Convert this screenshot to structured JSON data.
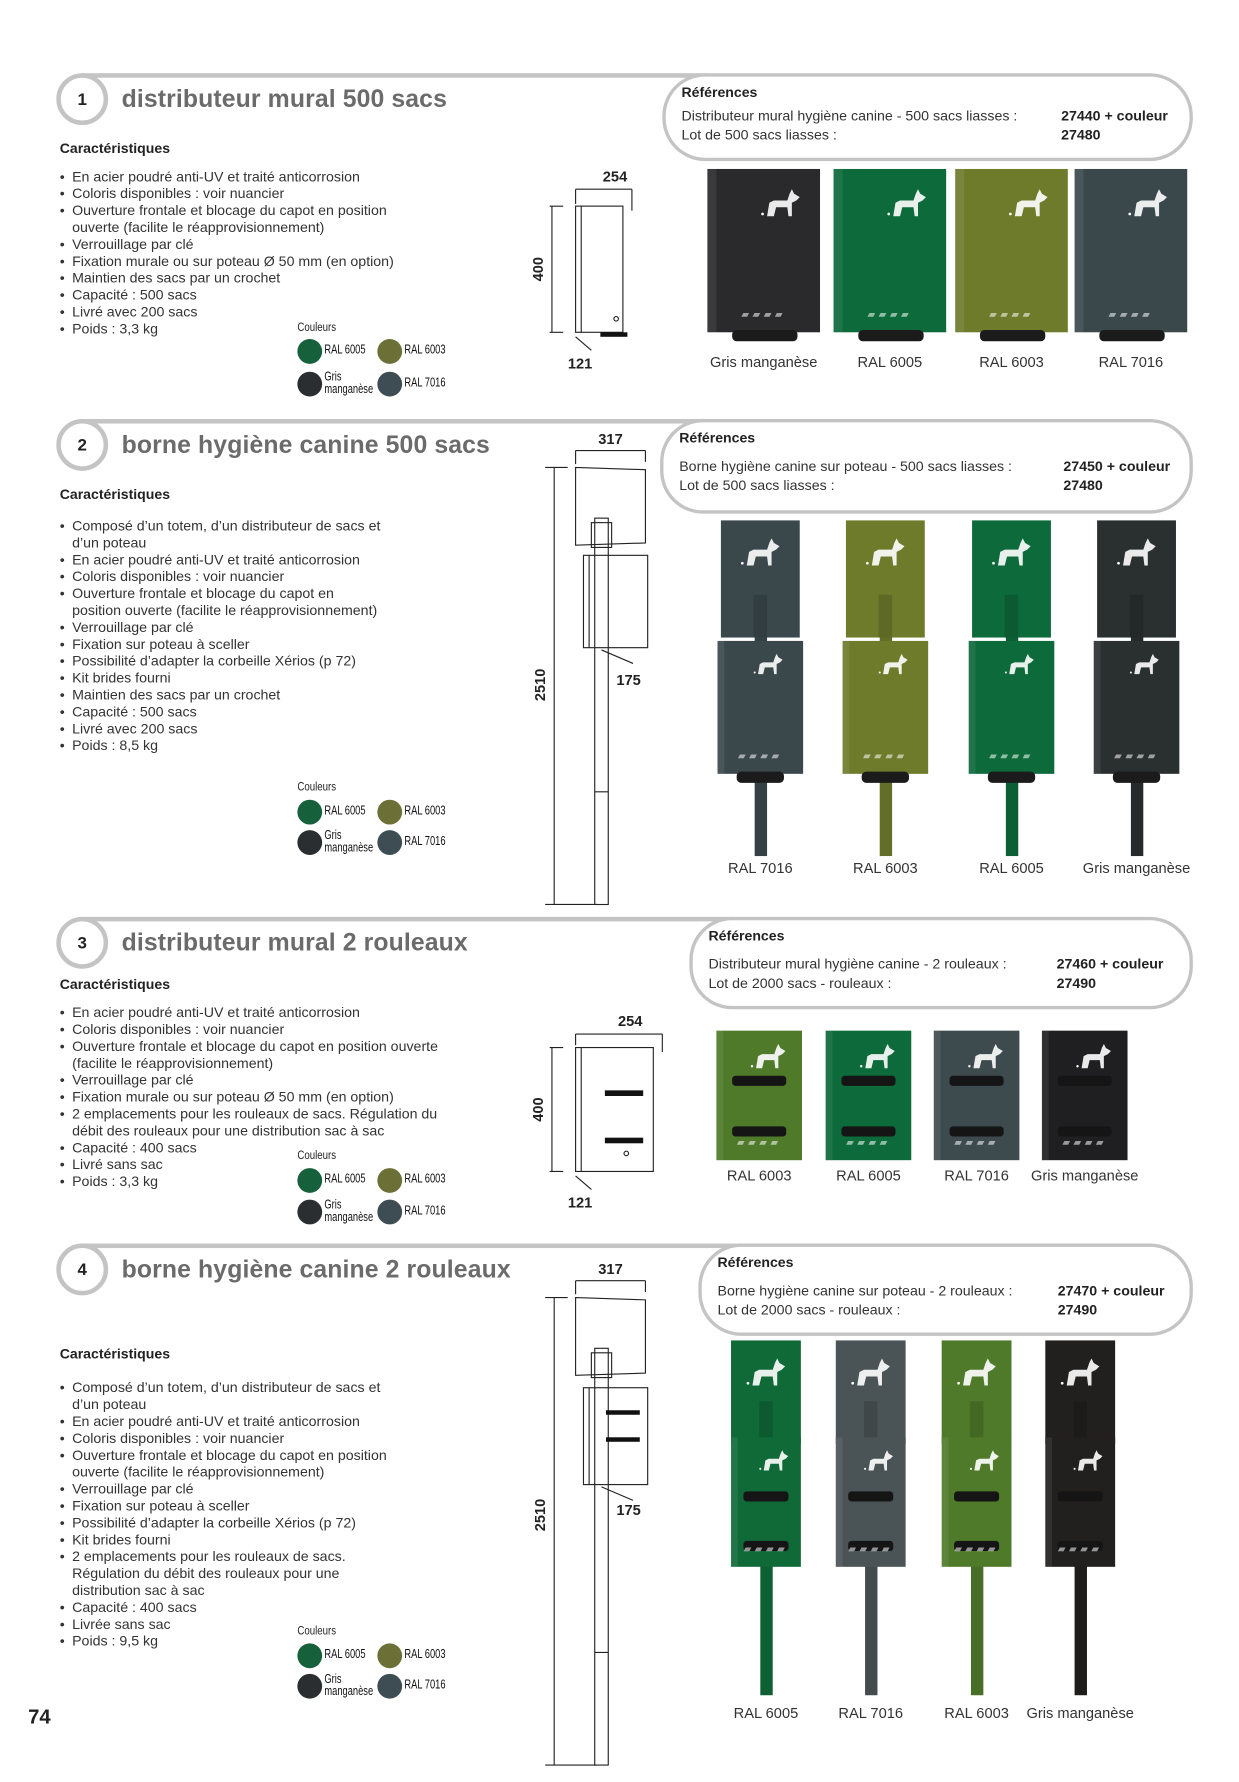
{
  "page_number": "74",
  "sections": [
    {
      "number": "1",
      "title": "distributeur mural 500 sacs",
      "caract_heading": "Caractéristiques",
      "bullets": [
        "En acier poudré anti-UV et traité anticorrosion",
        "Coloris disponibles : voir nuancier",
        "Ouverture frontale et blocage du capot en position\nouverte (facilite le réapprovisionnement)",
        "Verrouillage par clé",
        "Fixation murale ou sur poteau Ø 50 mm (en option)",
        "Maintien des sacs par un crochet",
        "Capacité : 500 sacs",
        "Livré avec 200 sacs",
        "Poids : 3,3 kg"
      ],
      "couleurs_label": "Couleurs",
      "swatches": [
        {
          "label": "RAL 6005",
          "color": "#16603b"
        },
        {
          "label": "RAL 6003",
          "color": "#6c6f36"
        },
        {
          "label": "Gris manganèse",
          "color": "#2b2e31"
        },
        {
          "label": "RAL 7016",
          "color": "#3e4d54"
        }
      ],
      "refs": {
        "heading": "Références",
        "rows": [
          {
            "label": "Distributeur mural hygiène canine - 500 sacs liasses :",
            "code": "27440 + couleur"
          },
          {
            "label": "Lot de 500 sacs liasses :",
            "code": "27480"
          }
        ]
      },
      "dims": {
        "width": "254",
        "height": "400",
        "depth": "121"
      },
      "products": [
        {
          "label": "Gris manganèse",
          "color": "#2a2a2c"
        },
        {
          "label": "RAL 6005",
          "color": "#0d6a3a"
        },
        {
          "label": "RAL 6003",
          "color": "#6e7b2b"
        },
        {
          "label": "RAL 7016",
          "color": "#3a484c"
        }
      ]
    },
    {
      "number": "2",
      "title": "borne hygiène canine 500 sacs",
      "caract_heading": "Caractéristiques",
      "bullets": [
        "Composé d’un totem, d’un distributeur de sacs et\nd’un poteau",
        "En acier poudré anti-UV et traité anticorrosion",
        "Coloris disponibles : voir nuancier",
        "Ouverture frontale et blocage du capot en\nposition ouverte (facilite le réapprovisionnement)",
        "Verrouillage par clé",
        "Fixation sur poteau à sceller",
        "Possibilité d’adapter la corbeille Xérios (p 72)",
        "Kit brides fourni",
        "Maintien des sacs par un crochet",
        "Capacité : 500 sacs",
        "Livré avec 200 sacs",
        "Poids : 8,5 kg"
      ],
      "couleurs_label": "Couleurs",
      "swatches": [
        {
          "label": "RAL 6005",
          "color": "#16603b"
        },
        {
          "label": "RAL 6003",
          "color": "#6c6f36"
        },
        {
          "label": "Gris manganèse",
          "color": "#2b2e31"
        },
        {
          "label": "RAL 7016",
          "color": "#3e4d54"
        }
      ],
      "refs": {
        "heading": "Références",
        "rows": [
          {
            "label": "Borne hygiène canine sur poteau - 500 sacs liasses :",
            "code": "27450 + couleur"
          },
          {
            "label": "Lot de 500 sacs liasses :",
            "code": "27480"
          }
        ]
      },
      "dims": {
        "width": "317",
        "height": "2510",
        "depth": "175"
      },
      "products": [
        {
          "label": "RAL 7016",
          "color": "#3a484c"
        },
        {
          "label": "RAL 6003",
          "color": "#6e7b2b"
        },
        {
          "label": "RAL 6005",
          "color": "#0d6a3a"
        },
        {
          "label": "Gris manganèse",
          "color": "#2a2f30"
        }
      ]
    },
    {
      "number": "3",
      "title": "distributeur mural 2 rouleaux",
      "caract_heading": "Caractéristiques",
      "bullets": [
        "En acier poudré anti-UV et traité anticorrosion",
        "Coloris disponibles : voir nuancier",
        "Ouverture frontale et blocage du capot en position ouverte\n(facilite le réapprovisionnement)",
        "Verrouillage par clé",
        "Fixation murale ou sur poteau Ø 50 mm (en option)",
        "2 emplacements pour les rouleaux de sacs. Régulation du\ndébit des rouleaux pour une distribution sac à sac",
        "Capacité : 400 sacs",
        "Livré sans sac",
        "Poids : 3,3 kg"
      ],
      "couleurs_label": "Couleurs",
      "swatches": [
        {
          "label": "RAL 6005",
          "color": "#16603b"
        },
        {
          "label": "RAL 6003",
          "color": "#6c6f36"
        },
        {
          "label": "Gris manganèse",
          "color": "#2b2e31"
        },
        {
          "label": "RAL 7016",
          "color": "#3e4d54"
        }
      ],
      "refs": {
        "heading": "Références",
        "rows": [
          {
            "label": "Distributeur mural hygiène canine - 2 rouleaux :",
            "code": "27460 + couleur"
          },
          {
            "label": "Lot de 2000 sacs - rouleaux :",
            "code": "27490"
          }
        ]
      },
      "dims": {
        "width": "254",
        "height": "400",
        "depth": "121"
      },
      "products": [
        {
          "label": "RAL 6003",
          "color": "#4f7a2a"
        },
        {
          "label": "RAL 6005",
          "color": "#0d6a3a"
        },
        {
          "label": "RAL 7016",
          "color": "#3e4b4e"
        },
        {
          "label": "Gris manganèse",
          "color": "#1f1f21"
        }
      ]
    },
    {
      "number": "4",
      "title": "borne hygiène canine 2 rouleaux",
      "caract_heading": "Caractéristiques",
      "bullets": [
        "Composé d’un totem, d’un distributeur de sacs et\nd’un poteau",
        "En acier poudré anti-UV et traité anticorrosion",
        "Coloris disponibles : voir nuancier",
        "Ouverture frontale et blocage du capot en position\nouverte (facilite le réapprovisionnement)",
        "Verrouillage par clé",
        "Fixation sur poteau à sceller",
        "Possibilité d’adapter la corbeille Xérios (p 72)",
        "Kit brides fourni",
        "2 emplacements pour les rouleaux de sacs.\nRégulation du débit des rouleaux pour une\ndistribution sac à sac",
        "Capacité : 400 sacs",
        "Livrée sans sac",
        "Poids : 9,5 kg"
      ],
      "couleurs_label": "Couleurs",
      "swatches": [
        {
          "label": "RAL 6005",
          "color": "#16603b"
        },
        {
          "label": "RAL 6003",
          "color": "#6c6f36"
        },
        {
          "label": "Gris manganèse",
          "color": "#2b2e31"
        },
        {
          "label": "RAL 7016",
          "color": "#3e4d54"
        }
      ],
      "refs": {
        "heading": "Références",
        "rows": [
          {
            "label": "Borne hygiène canine sur poteau - 2 rouleaux :",
            "code": "27470 + couleur"
          },
          {
            "label": "Lot de 2000 sacs - rouleaux :",
            "code": "27490"
          }
        ]
      },
      "dims": {
        "width": "317",
        "height": "2510",
        "depth": "175"
      },
      "products": [
        {
          "label": "RAL 6005",
          "color": "#0f6a38"
        },
        {
          "label": "RAL 7016",
          "color": "#4a5356"
        },
        {
          "label": "RAL 6003",
          "color": "#4f7a2a"
        },
        {
          "label": "Gris manganèse",
          "color": "#221f1f"
        }
      ]
    }
  ]
}
